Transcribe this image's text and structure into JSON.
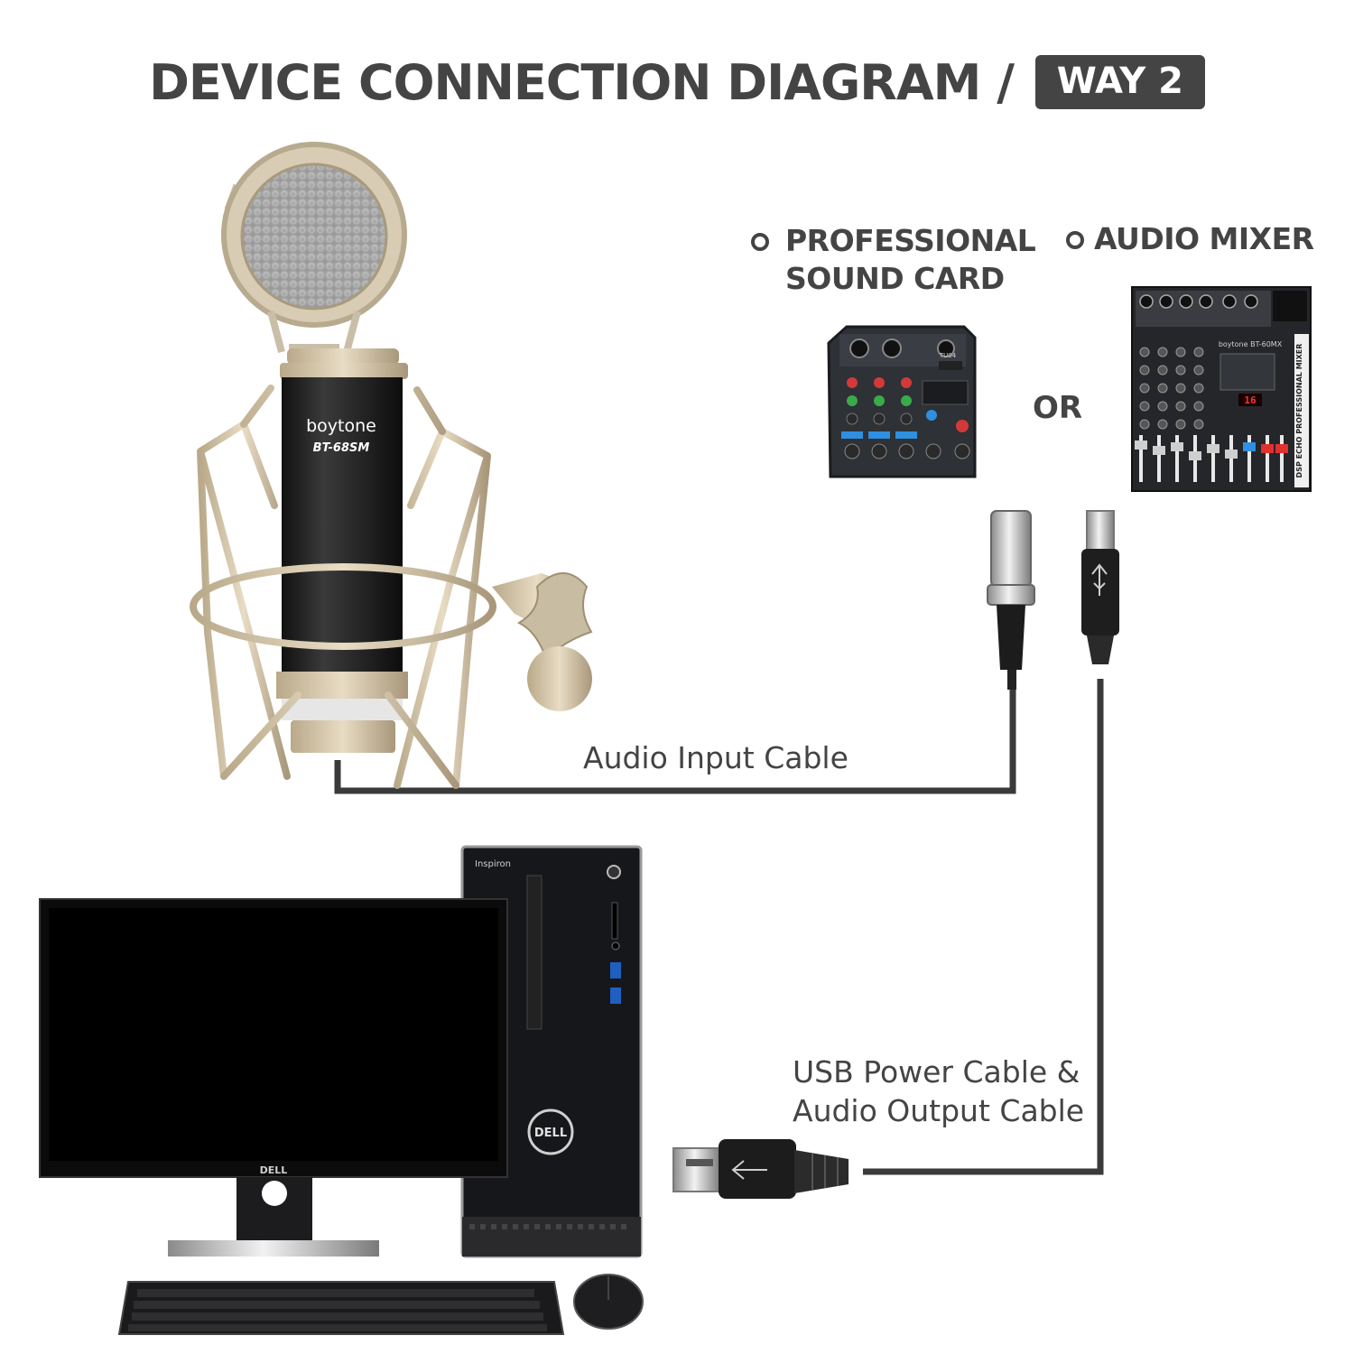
{
  "title": {
    "main": "DEVICE CONNECTION DIAGRAM /",
    "badge": "WAY 2"
  },
  "devices": {
    "sound_card": {
      "line1": "PROFESSIONAL",
      "line2": "SOUND CARD",
      "brand": "TU04"
    },
    "mixer": {
      "label": "AUDIO MIXER",
      "brand": "boytone BT-60MX",
      "side_text": "DSP ECHO PROFESSIONAL MIXER",
      "display": "16"
    },
    "or_text": "OR"
  },
  "microphone": {
    "brand": "boytone",
    "model": "BT-68SM"
  },
  "cables": {
    "audio_input": "Audio Input Cable",
    "usb_line1": "USB Power Cable &",
    "usb_line2": "Audio Output Cable"
  },
  "computer": {
    "tower_brand": "Inspiron",
    "logo": "DELL",
    "monitor_logo": "DELL"
  },
  "colors": {
    "title": "#444444",
    "cable": "#3a3a3a",
    "badge_bg": "#444444"
  }
}
